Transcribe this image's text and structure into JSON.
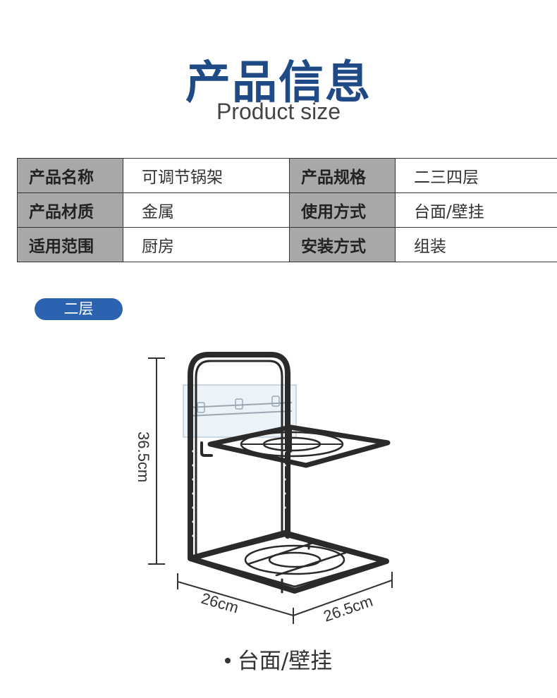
{
  "header": {
    "title": "产品信息",
    "subtitle": "Product size"
  },
  "specs": [
    [
      {
        "key": "产品名称",
        "value": "可调节锅架"
      },
      {
        "key": "产品规格",
        "value": "二三四层"
      }
    ],
    [
      {
        "key": "产品材质",
        "value": "金属"
      },
      {
        "key": "使用方式",
        "value": "台面/壁挂"
      }
    ],
    [
      {
        "key": "适用范围",
        "value": "厨房"
      },
      {
        "key": "安装方式",
        "value": "组装"
      }
    ]
  ],
  "variant_label": "二层",
  "dimensions": {
    "height": "36.5cm",
    "depth": "26cm",
    "width": "26.5cm"
  },
  "caption": "台面/壁挂",
  "colors": {
    "title_blue": "#1f4a86",
    "pill_blue": "#2b63b0",
    "key_gray": "#a8a8a8",
    "rack_black": "#2a2a2a"
  }
}
